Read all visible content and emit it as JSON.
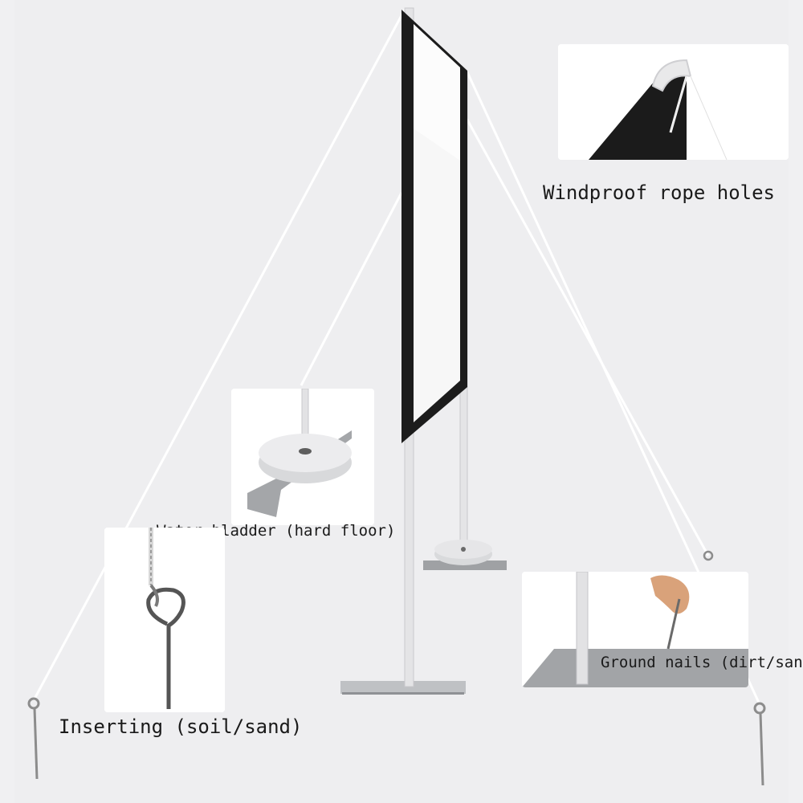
{
  "labels": {
    "windproof": "Windproof rope holes",
    "water_bladder": "Water bladder (hard floor)",
    "ground_nails": "Ground nails (dirt/sand)",
    "inserting": "Inserting (soil/sand)"
  },
  "colors": {
    "background": "#f0f0f2",
    "frame": "#1c1c1c",
    "screen": "#f6f6f6",
    "pole": "#e8e8e8",
    "rope": "#ffffff",
    "base_plate": "#9a9ca0",
    "stake": "#8c8c8c"
  }
}
